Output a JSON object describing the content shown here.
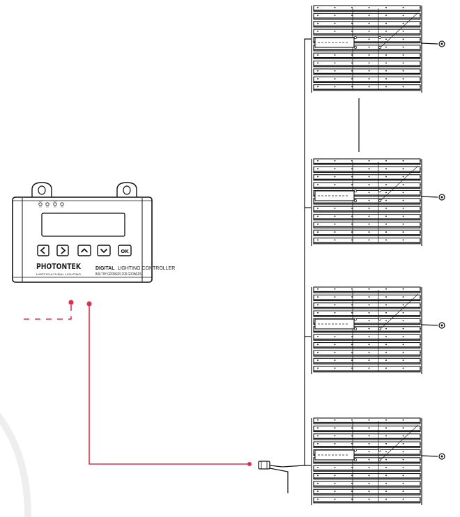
{
  "controller": {
    "brand": "PHOTONTEK",
    "brand_sub": "HORTICULTURAL LIGHTING",
    "product_bold": "DIGITAL",
    "product_rest": "LIGHTING CONTROLLER",
    "tagline": "BUILT BY GROWERS FOR GROWERS",
    "buttons": [
      {
        "name": "left-button",
        "label": "<"
      },
      {
        "name": "right-button",
        "label": ">"
      },
      {
        "name": "up-button",
        "label": "^"
      },
      {
        "name": "down-button",
        "label": "v"
      },
      {
        "name": "ok-button",
        "label": "OK"
      }
    ]
  },
  "colors": {
    "signal_cable": "#d9344f",
    "line": "#111111"
  },
  "fixtures": {
    "count": 4,
    "bars_per_fixture": 11
  }
}
